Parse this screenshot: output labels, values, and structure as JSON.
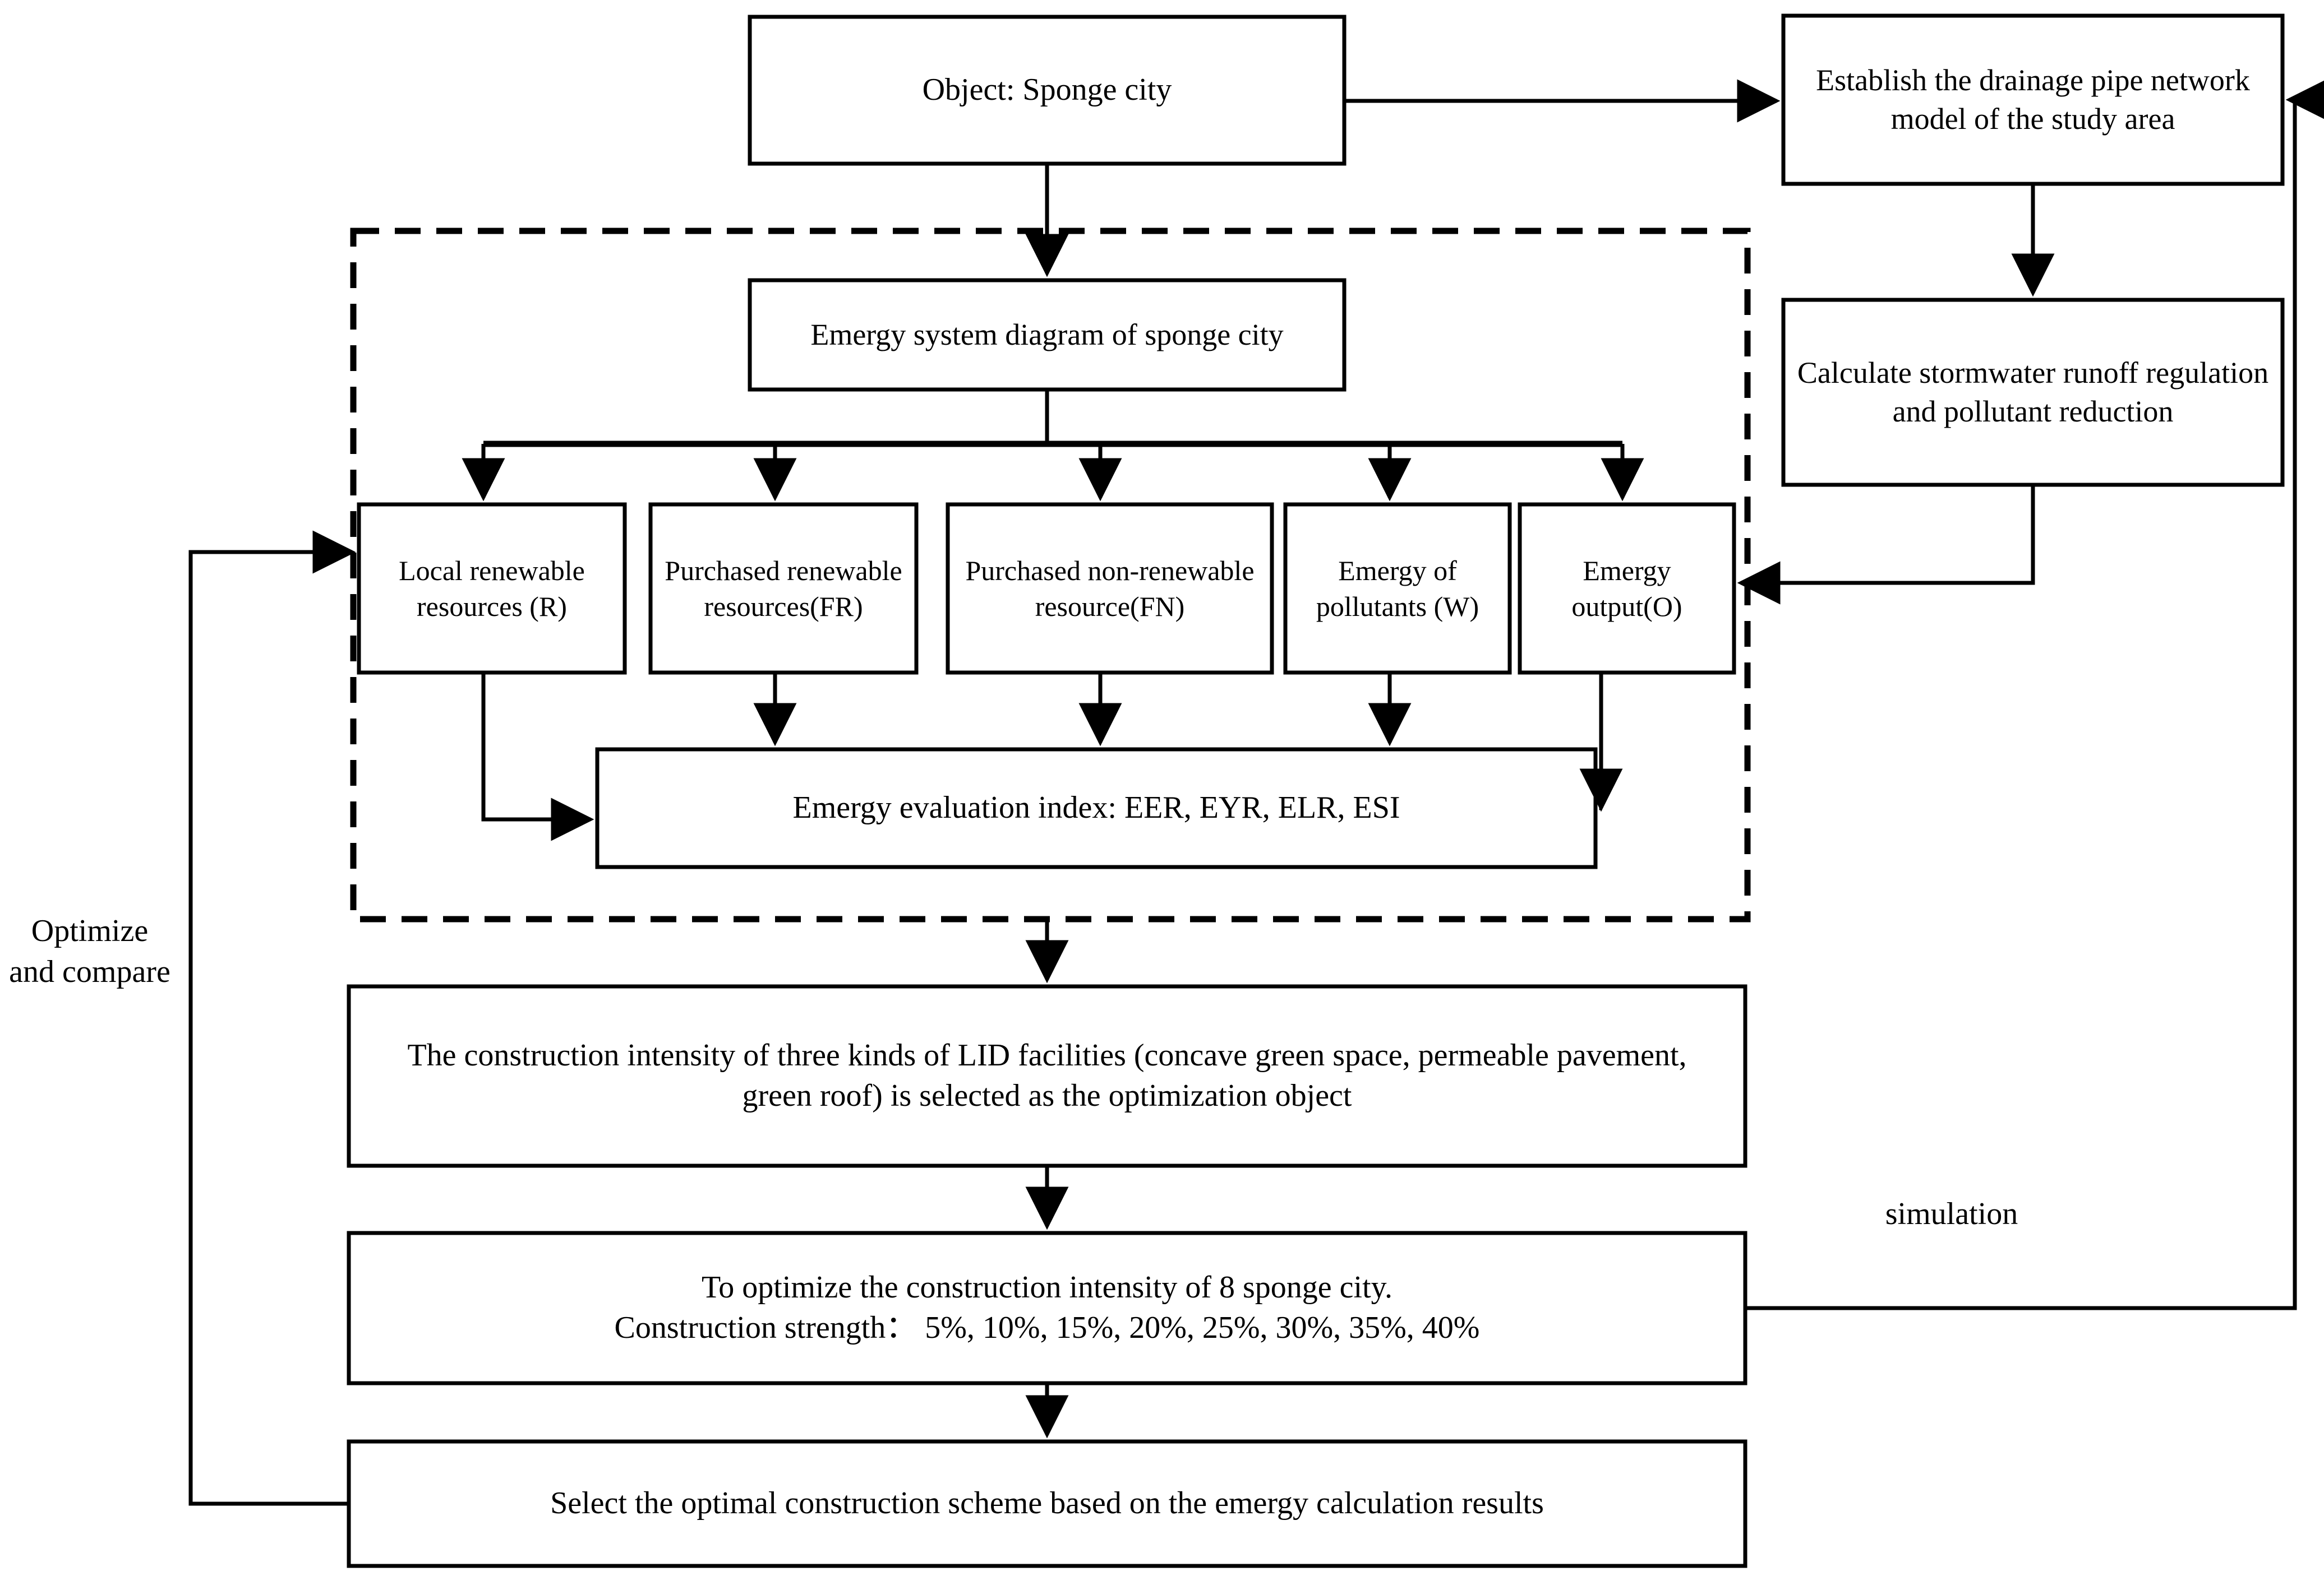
{
  "diagram": {
    "title_object": "Object: Sponge city",
    "colors": {
      "stroke": "#000000",
      "background": "#ffffff",
      "text": "#000000"
    },
    "nodes": {
      "object_sponge_city": "Object: Sponge city",
      "establish_model": "Establish the drainage pipe network model of the study area",
      "calculate_runoff": "Calculate stormwater runoff regulation and pollutant reduction",
      "emergy_system_diagram": "Emergy system diagram of sponge city",
      "local_renewable": "Local renewable resources (R)",
      "purchased_renewable": "Purchased renewable resources(FR)",
      "purchased_nonrenewable": "Purchased non-renewable resource(FN)",
      "emergy_pollutants": "Emergy of pollutants (W)",
      "emergy_output": "Emergy output(O)",
      "emergy_index": "Emergy evaluation index: EER, EYR, ELR, ESI",
      "lid_facilities": "The construction intensity of three kinds of LID facilities (concave green space, permeable pavement, green roof) is selected as the optimization object",
      "optimize_intensity_line1": "To optimize the construction intensity of 8 sponge city.",
      "optimize_intensity_line2": "Construction strength：  5%, 10%, 15%, 20%, 25%, 30%, 35%, 40%",
      "select_optimal": "Select the optimal construction scheme based on the emergy calculation results"
    },
    "edge_labels": {
      "optimize_and_compare": "Optimize and compare",
      "simulation": "simulation"
    },
    "construction_strengths": [
      "5%",
      "10%",
      "15%",
      "20%",
      "25%",
      "30%",
      "35%",
      "40%"
    ],
    "emergy_indices": [
      "EER",
      "EYR",
      "ELR",
      "ESI"
    ],
    "lid_types": [
      "concave green space",
      "permeable pavement",
      "green roof"
    ]
  }
}
